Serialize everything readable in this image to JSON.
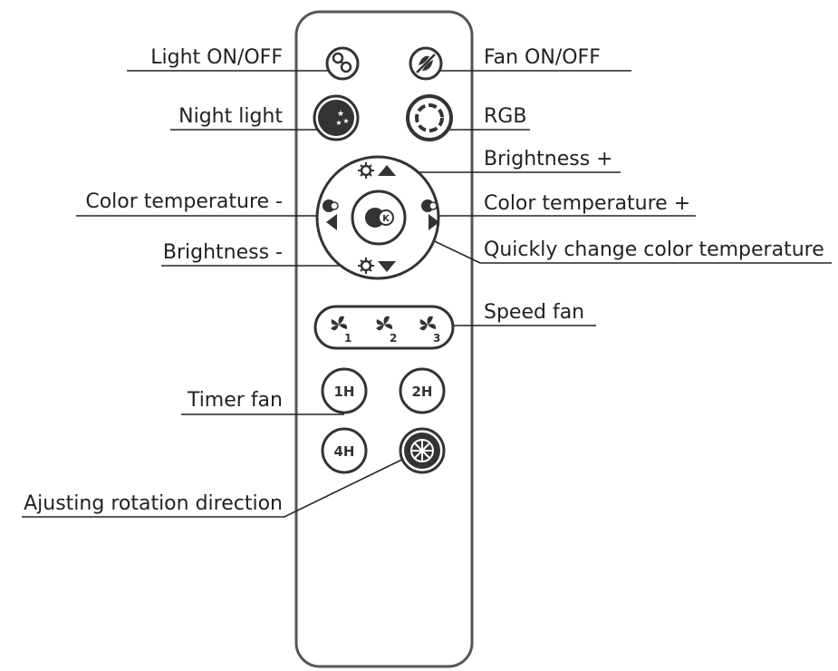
{
  "labels": {
    "light_onoff": "Light ON/OFF",
    "fan_onoff": "Fan ON/OFF",
    "night_light": "Night light",
    "rgb": "RGB",
    "brightness_plus": "Brightness +",
    "color_temp_minus": "Color temperature -",
    "color_temp_plus": "Color temperature +",
    "brightness_minus": "Brightness -",
    "quick_color_temp": "Quickly change color temperature",
    "speed_fan": "Speed fan",
    "timer_fan": "Timer fan",
    "rotation_direction": "Ajusting rotation direction"
  },
  "buttons": {
    "timer_1h": "1H",
    "timer_2h": "2H",
    "timer_4h": "4H",
    "speed_1": "1",
    "speed_2": "2",
    "speed_3": "3"
  },
  "icons": {
    "light_onoff": "light-power-icon",
    "fan_onoff": "fan-power-icon",
    "night_light": "moon-stars-icon",
    "rgb": "rgb-ring-icon",
    "brightness": "sun-icon",
    "color_temp": "color-temperature-icon",
    "quick_color_temp": "color-temperature-switch-icon",
    "speed_fan": "fan-icon",
    "rotation_direction": "rotation-direction-icon"
  },
  "colors": {
    "line": "#222222",
    "remote_outline": "#555555",
    "button_dark": "#333333"
  }
}
